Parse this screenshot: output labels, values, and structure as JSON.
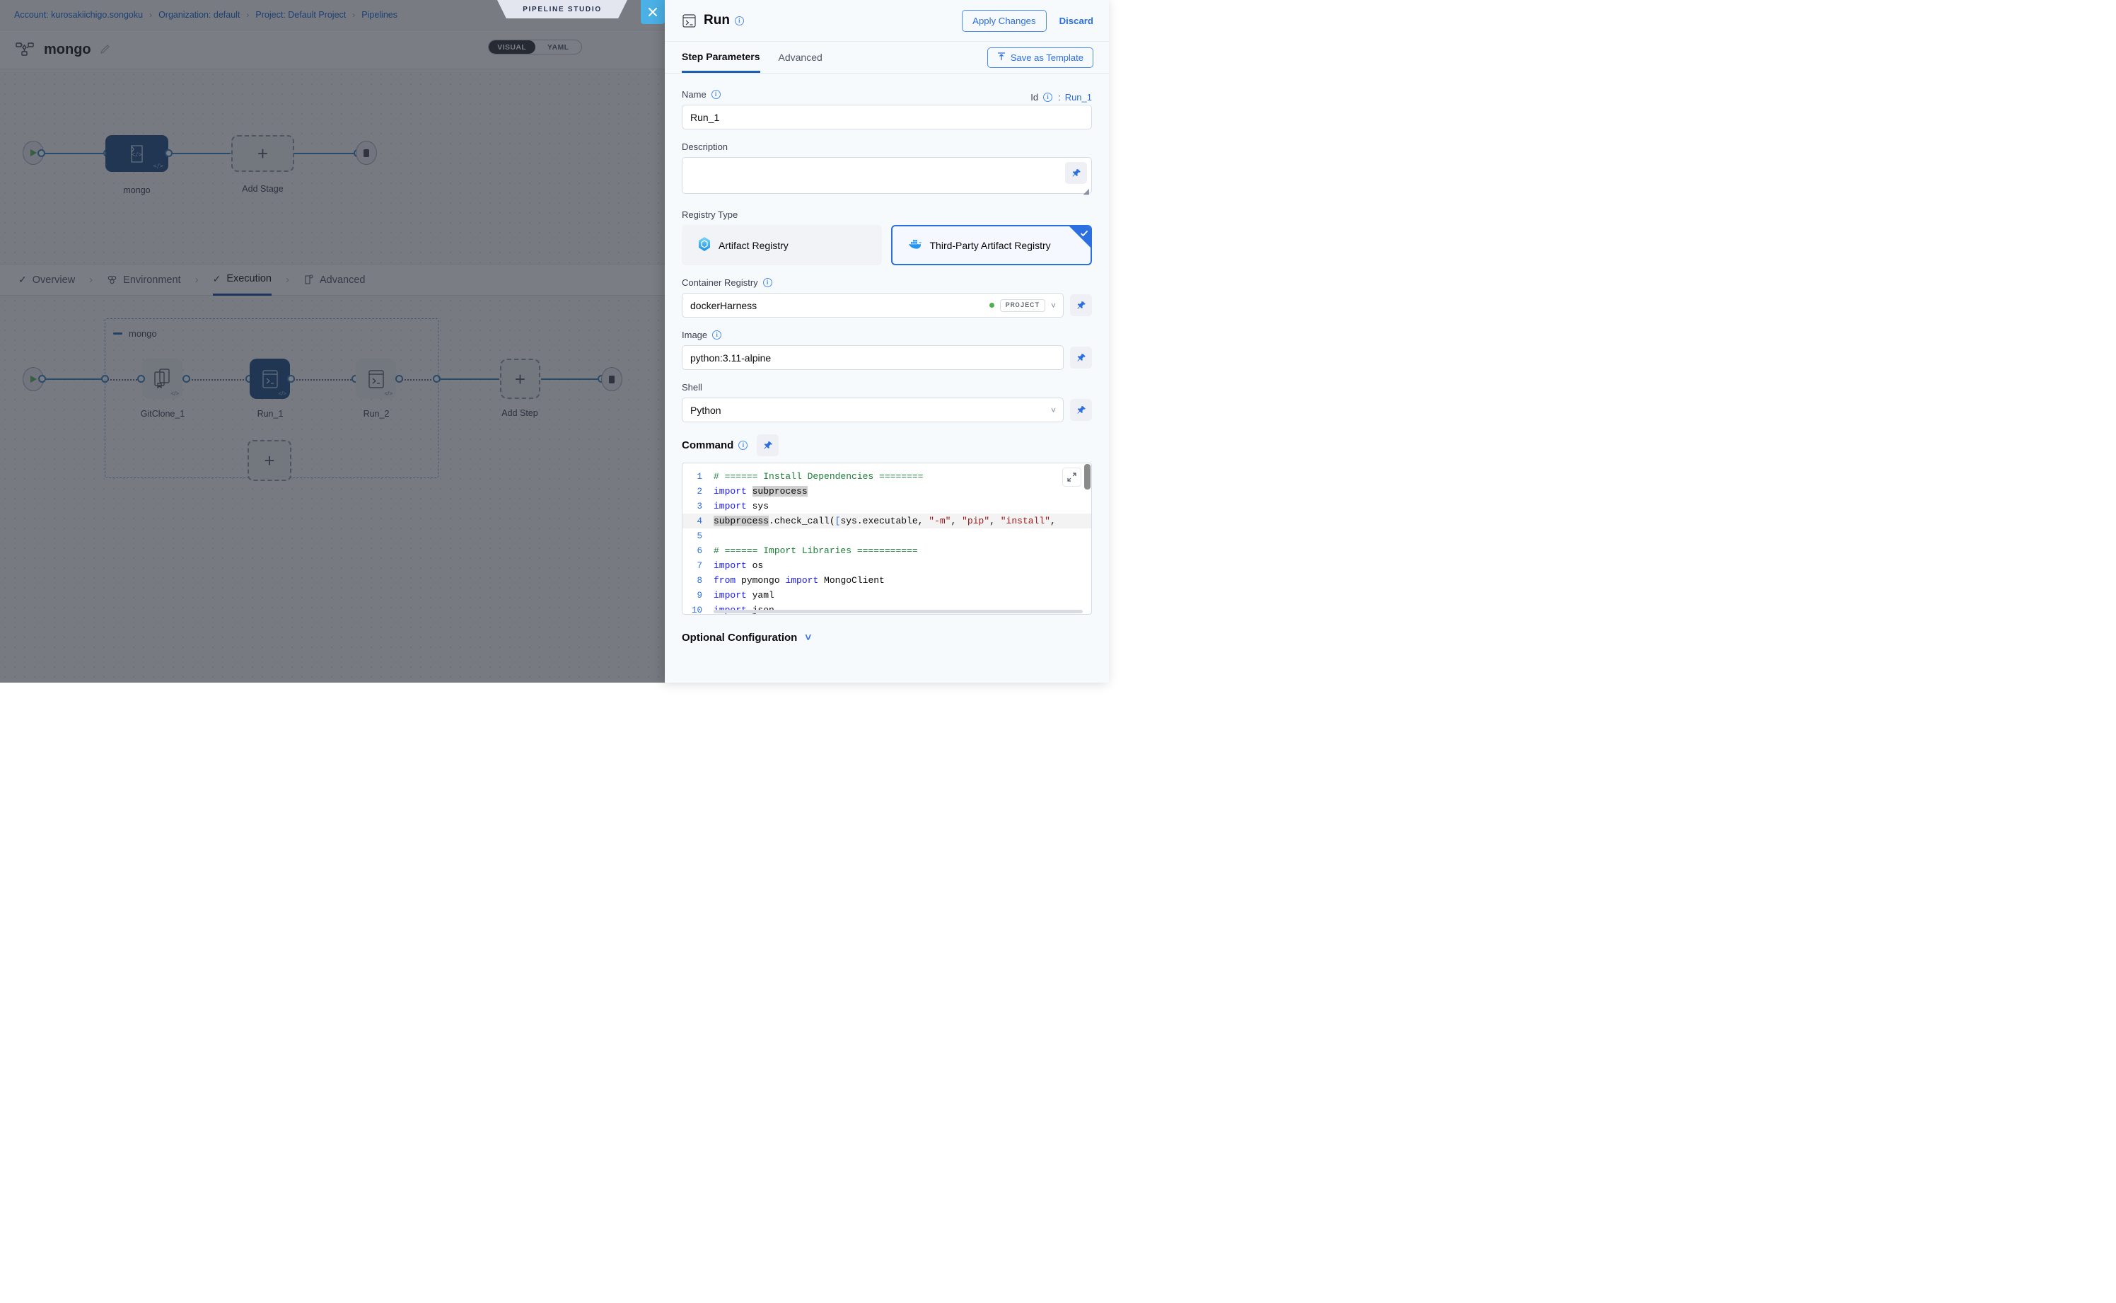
{
  "breadcrumb": {
    "items": [
      "Account: kurosakiichigo.songoku",
      "Organization: default",
      "Project: Default Project",
      "Pipelines"
    ],
    "separator": "›"
  },
  "studio_tag": "PIPELINE STUDIO",
  "close_label": "×",
  "pipeline": {
    "title": "mongo",
    "view_toggle": {
      "options": [
        "VISUAL",
        "YAML"
      ],
      "selected": "VISUAL"
    }
  },
  "stage_graph": {
    "nodes": [
      {
        "label": "mongo",
        "type": "stage",
        "selected": true
      },
      {
        "label": "Add Stage",
        "type": "add",
        "selected": false
      }
    ]
  },
  "stage_tabs": {
    "items": [
      {
        "label": "Overview",
        "icon": "check-icon",
        "active": false
      },
      {
        "label": "Environment",
        "icon": "infrastructure-icon",
        "active": false
      },
      {
        "label": "Execution",
        "icon": "check-icon",
        "active": true
      },
      {
        "label": "Advanced",
        "icon": "advanced-icon",
        "active": false
      }
    ],
    "separator": "›"
  },
  "execution_graph": {
    "group_label": "mongo",
    "steps": [
      {
        "label": "GitClone_1",
        "icon": "git-clone-icon",
        "selected": false
      },
      {
        "label": "Run_1",
        "icon": "terminal-icon",
        "selected": true
      },
      {
        "label": "Run_2",
        "icon": "terminal-icon",
        "selected": false
      }
    ],
    "add_step_label": "Add Step"
  },
  "drawer": {
    "title": "Run",
    "apply_label": "Apply Changes",
    "discard_label": "Discard",
    "tabs": [
      {
        "label": "Step Parameters",
        "active": true
      },
      {
        "label": "Advanced",
        "active": false
      }
    ],
    "save_template_label": "Save as Template",
    "name": {
      "label": "Name",
      "value": "Run_1",
      "placeholder": ""
    },
    "id": {
      "label": "Id",
      "separator": ":",
      "value": "Run_1"
    },
    "description": {
      "label": "Description",
      "value": "",
      "placeholder": ""
    },
    "registry_type": {
      "label": "Registry Type",
      "options": [
        {
          "label": "Artifact Registry",
          "icon": "harness-artifact-icon",
          "selected": false
        },
        {
          "label": "Third-Party Artifact Registry",
          "icon": "docker-icon",
          "selected": true
        }
      ]
    },
    "container_registry": {
      "label": "Container Registry",
      "value": "dockerHarness",
      "scope": "PROJECT"
    },
    "image": {
      "label": "Image",
      "value": "python:3.11-alpine"
    },
    "shell": {
      "label": "Shell",
      "value": "Python"
    },
    "command": {
      "label": "Command",
      "lines": [
        {
          "n": "1",
          "highlight": false,
          "tokens": [
            {
              "t": "# ====== Install Dependencies ========",
              "c": "tk-com"
            }
          ]
        },
        {
          "n": "2",
          "highlight": false,
          "tokens": [
            {
              "t": "import ",
              "c": "tk-kw"
            },
            {
              "t": "subprocess",
              "c": "tk-pl tk-hl"
            }
          ]
        },
        {
          "n": "3",
          "highlight": false,
          "tokens": [
            {
              "t": "import ",
              "c": "tk-kw"
            },
            {
              "t": "sys",
              "c": "tk-pl"
            }
          ]
        },
        {
          "n": "4",
          "highlight": true,
          "tokens": [
            {
              "t": "subprocess",
              "c": "tk-pl tk-hl"
            },
            {
              "t": ".check_call(",
              "c": "tk-pl"
            },
            {
              "t": "[",
              "c": "tk-br"
            },
            {
              "t": "sys.executable, ",
              "c": "tk-pl"
            },
            {
              "t": "\"-m\"",
              "c": "tk-str"
            },
            {
              "t": ", ",
              "c": "tk-pl"
            },
            {
              "t": "\"pip\"",
              "c": "tk-str"
            },
            {
              "t": ", ",
              "c": "tk-pl"
            },
            {
              "t": "\"install\"",
              "c": "tk-str"
            },
            {
              "t": ",",
              "c": "tk-pl"
            }
          ]
        },
        {
          "n": "5",
          "highlight": false,
          "tokens": [
            {
              "t": "",
              "c": "tk-pl"
            }
          ]
        },
        {
          "n": "6",
          "highlight": false,
          "tokens": [
            {
              "t": "# ====== Import Libraries ===========",
              "c": "tk-com"
            }
          ]
        },
        {
          "n": "7",
          "highlight": false,
          "tokens": [
            {
              "t": "import ",
              "c": "tk-kw"
            },
            {
              "t": "os",
              "c": "tk-pl"
            }
          ]
        },
        {
          "n": "8",
          "highlight": false,
          "tokens": [
            {
              "t": "from ",
              "c": "tk-kw"
            },
            {
              "t": "pymongo ",
              "c": "tk-pl"
            },
            {
              "t": "import ",
              "c": "tk-kw"
            },
            {
              "t": "MongoClient",
              "c": "tk-pl"
            }
          ]
        },
        {
          "n": "9",
          "highlight": false,
          "tokens": [
            {
              "t": "import ",
              "c": "tk-kw"
            },
            {
              "t": "yaml",
              "c": "tk-pl"
            }
          ]
        },
        {
          "n": "10",
          "highlight": false,
          "tokens": [
            {
              "t": "import ",
              "c": "tk-kw"
            },
            {
              "t": "json",
              "c": "tk-pl"
            }
          ]
        }
      ]
    },
    "optional_configuration": {
      "label": "Optional Configuration",
      "expanded": false
    }
  }
}
